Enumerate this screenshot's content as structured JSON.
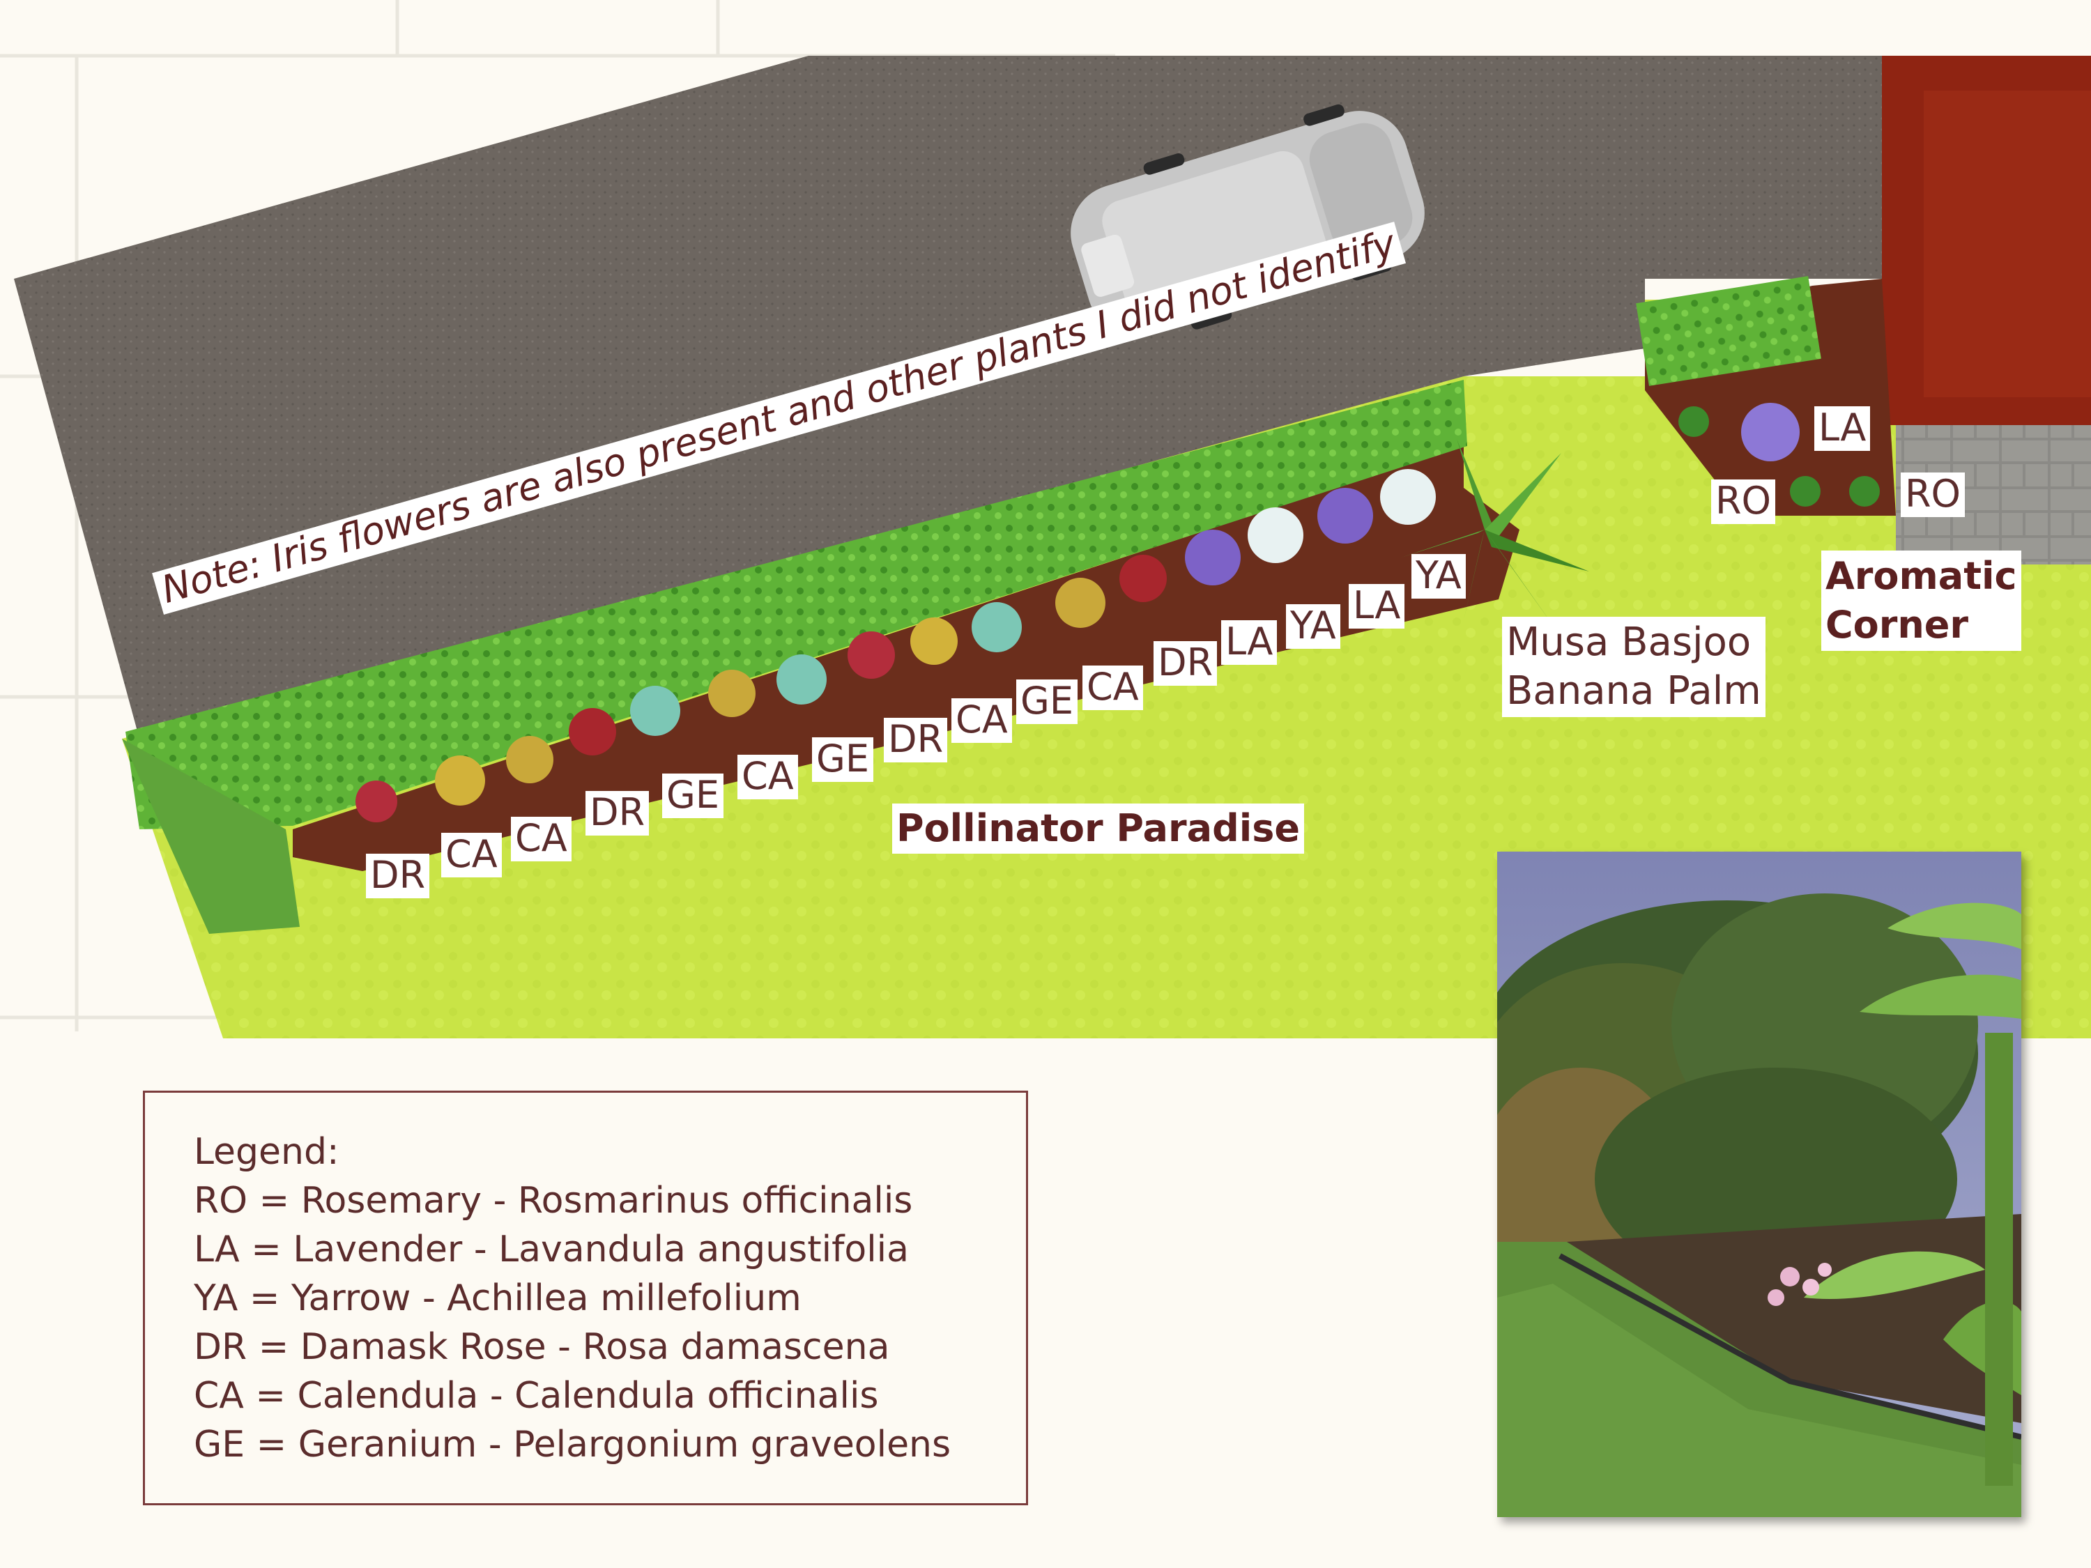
{
  "note": "Note: Iris flowers are also present and other plants I did not identify",
  "bed_titles": {
    "pollinator": "Pollinator Paradise",
    "aromatic_line1": "Aromatic",
    "aromatic_line2": "Corner"
  },
  "banana": {
    "line1": "Musa Basjoo",
    "line2": "Banana Palm"
  },
  "plant_labels": [
    "DR",
    "CA",
    "CA",
    "DR",
    "GE",
    "CA",
    "GE",
    "DR",
    "CA",
    "GE",
    "CA",
    "DR",
    "LA",
    "YA",
    "LA",
    "YA",
    "RO",
    "LA",
    "RO"
  ],
  "legend": {
    "heading": "Legend:",
    "lines": [
      "RO = Rosemary - Rosmarinus officinalis",
      "LA = Lavender - Lavandula angustifolia",
      "YA = Yarrow - Achillea millefolium",
      "DR = Damask Rose - Rosa damascena",
      "CA = Calendula - Calendula officinalis",
      "GE = Geranium - Pelargonium graveolens"
    ]
  },
  "colors": {
    "lawn": "#cde84a",
    "driveway": "#6f6863",
    "soil": "#6b2e1c",
    "hedge": "#63b53a",
    "house_roof": "#8f2412",
    "label_text": "#5b2c2c"
  }
}
